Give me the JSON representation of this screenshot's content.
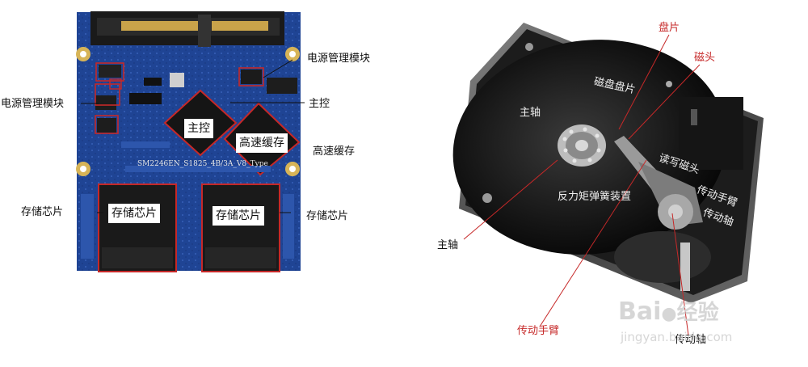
{
  "ssd": {
    "chip_main": "主控",
    "chip_cache": "高速缓存",
    "chip_storage_left": "存储芯片",
    "chip_storage_right": "存储芯片",
    "label_pmic_right": "电源管理模块",
    "label_pmic_left": "电源管理模块",
    "label_main_right": "主控",
    "label_cache_right": "高速缓存",
    "label_storage_left": "存储芯片",
    "label_storage_right": "存储芯片",
    "board_print": "SM2246EN_S1825_4B/3A_V8_Type"
  },
  "hdd": {
    "label_platter": "盘片",
    "label_head": "磁头",
    "label_spindle": "主轴",
    "label_arm": "传动手臂",
    "label_axis": "传动轴",
    "photo_platter": "磁盘盘片",
    "photo_spindle": "主轴",
    "photo_rw_head": "读写磁头",
    "photo_spring": "反力矩弹簧装置",
    "photo_arm": "传动手臂",
    "photo_axis": "传动轴"
  },
  "watermark": {
    "brand": "Bai",
    "brand2": "经验",
    "url": "jingyan.baidu.com"
  },
  "colors": {
    "pcb": "#1c3f8c",
    "leader_red": "#c62828",
    "leader_black": "#111111"
  }
}
